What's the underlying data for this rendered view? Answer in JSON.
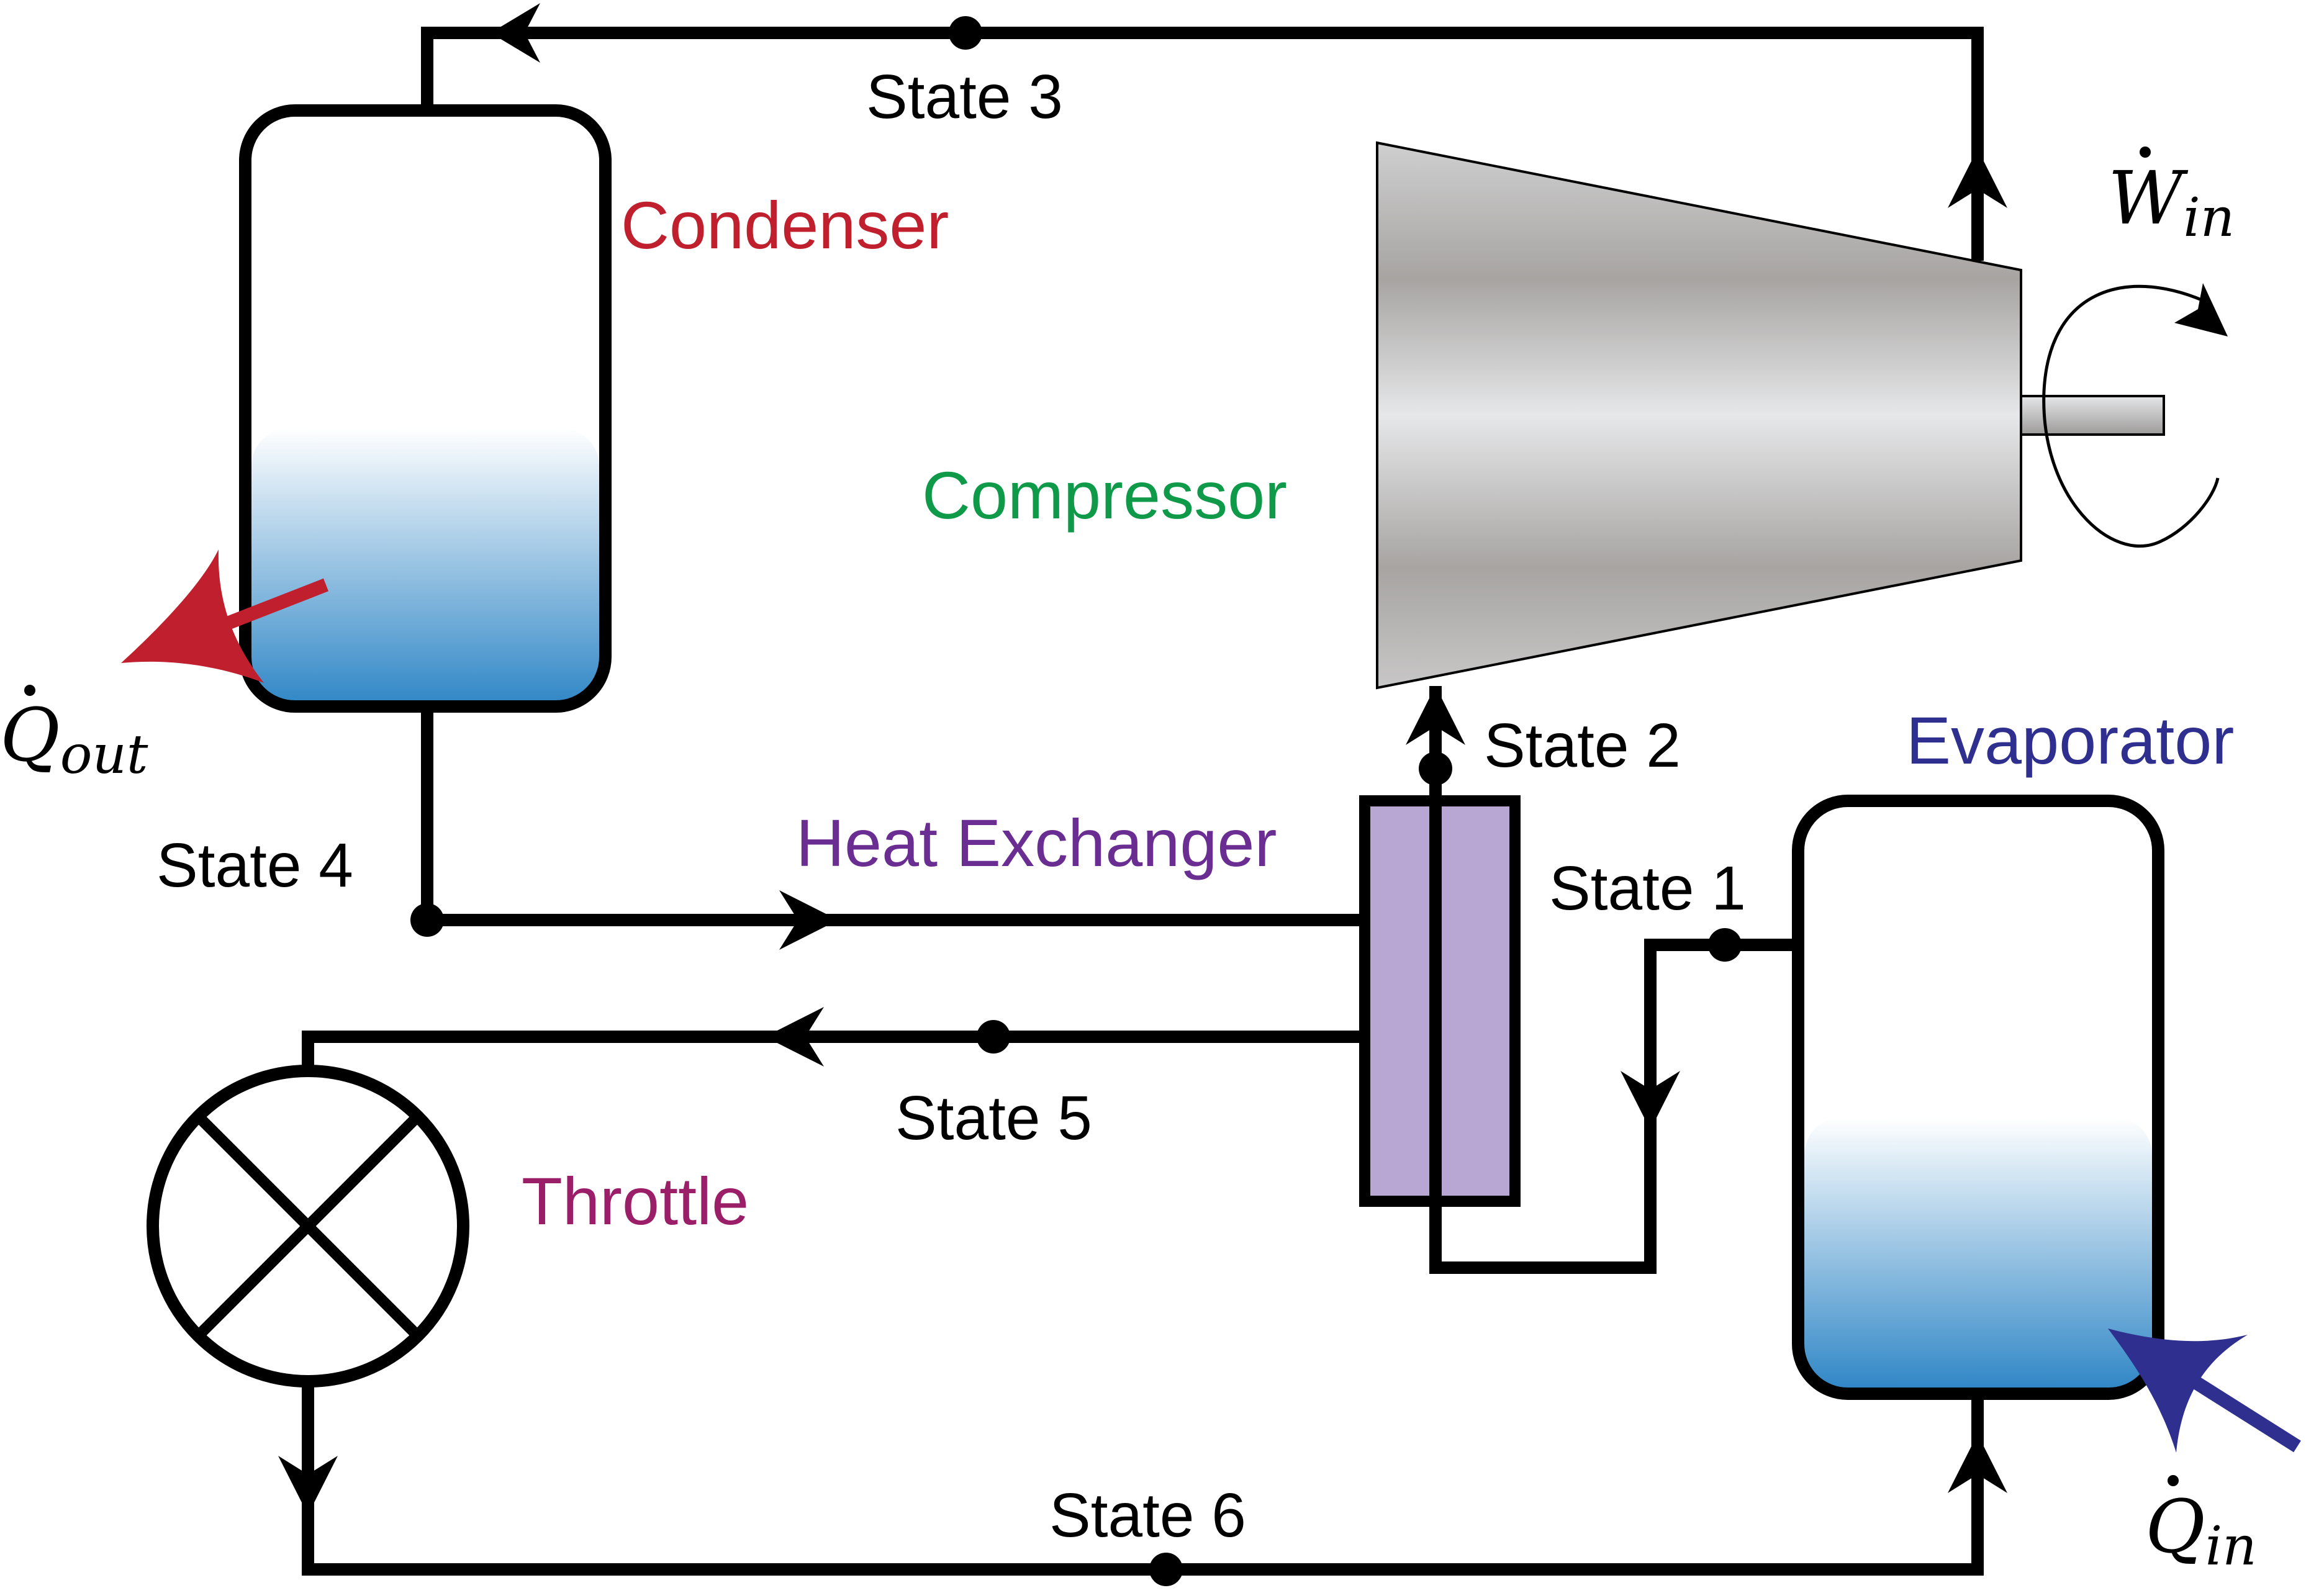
{
  "components": {
    "condenser": {
      "label": "Condenser",
      "color": "#c0202e"
    },
    "compressor": {
      "label": "Compressor",
      "color": "#0f9a4a"
    },
    "evaporator": {
      "label": "Evaporator",
      "color": "#2e2f8f"
    },
    "heat_exchanger": {
      "label": "Heat Exchanger",
      "color": "#6a2d91",
      "fill": "#b7a7d2"
    },
    "throttle": {
      "label": "Throttle",
      "color": "#9b1e69"
    }
  },
  "states": {
    "s1": "State 1",
    "s2": "State 2",
    "s3": "State 3",
    "s4": "State 4",
    "s5": "State 5",
    "s6": "State 6"
  },
  "energy": {
    "q_out": {
      "symbol": "Q",
      "subscript": "out",
      "color": "#c0202e"
    },
    "q_in": {
      "symbol": "Q",
      "subscript": "in",
      "color": "#2e2f8f"
    },
    "w_in": {
      "symbol": "W",
      "subscript": "in"
    }
  },
  "colors": {
    "pipe": "#000000",
    "liquid_top": "#ffffff",
    "liquid_bottom": "#2f86c6",
    "compressor_light": "#e6e7e9",
    "compressor_dark": "#a7a4a2"
  }
}
